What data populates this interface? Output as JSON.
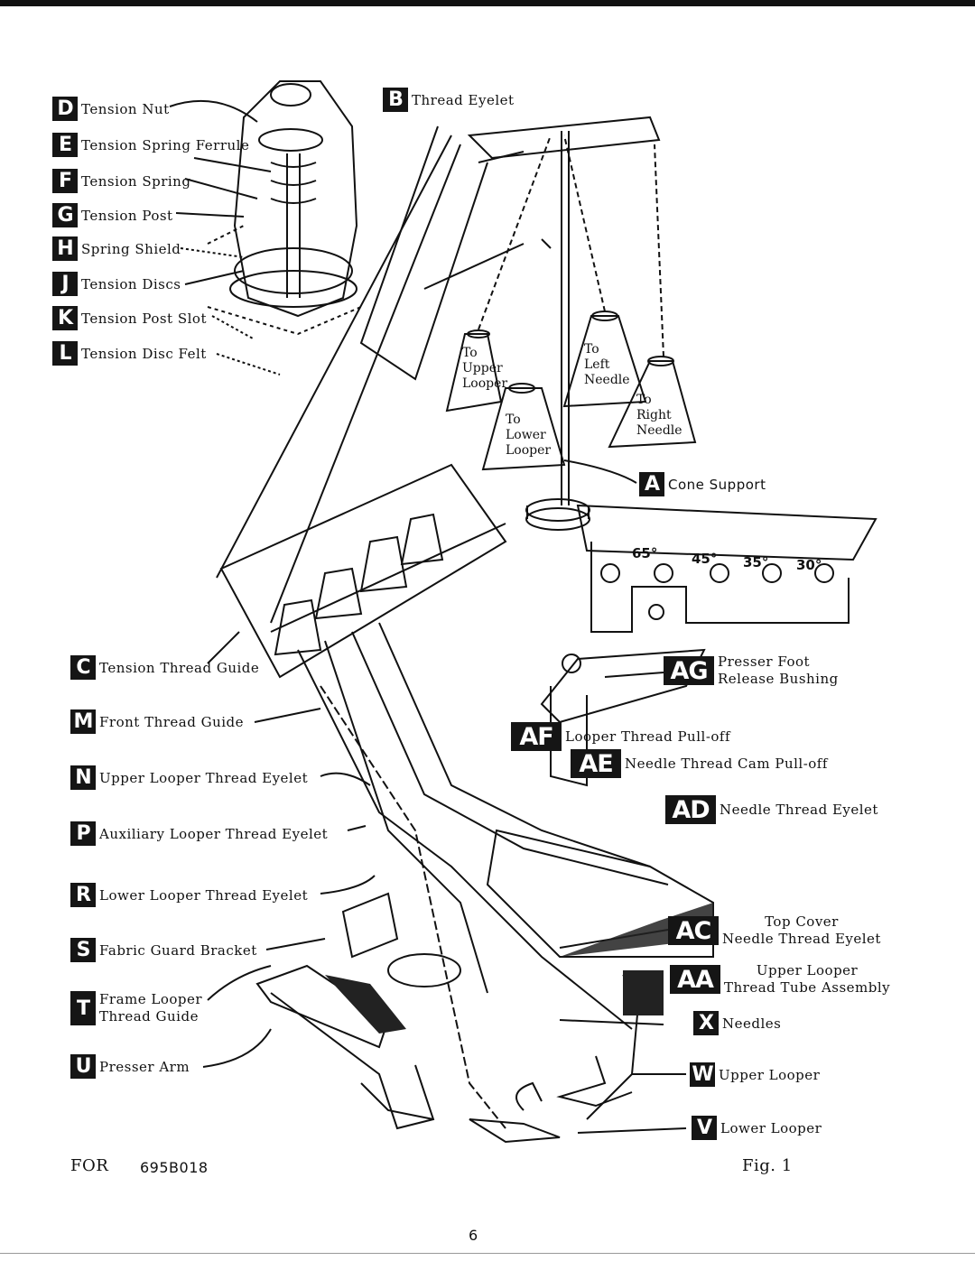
{
  "labels_left": [
    {
      "letter": "D",
      "text": "Tension Nut"
    },
    {
      "letter": "E",
      "text": "Tension Spring Ferrule"
    },
    {
      "letter": "F",
      "text": "Tension Spring"
    },
    {
      "letter": "G",
      "text": "Tension Post"
    },
    {
      "letter": "H",
      "text": "Spring Shield"
    },
    {
      "letter": "J",
      "text": "Tension Discs"
    },
    {
      "letter": "K",
      "text": "Tension Post Slot"
    },
    {
      "letter": "L",
      "text": "Tension Disc Felt"
    },
    {
      "letter": "C",
      "text": "Tension Thread Guide"
    },
    {
      "letter": "M",
      "text": "Front Thread Guide"
    },
    {
      "letter": "N",
      "text": "Upper Looper Thread Eyelet"
    },
    {
      "letter": "P",
      "text": "Auxiliary Looper Thread Eyelet"
    },
    {
      "letter": "R",
      "text": "Lower Looper Thread Eyelet"
    },
    {
      "letter": "S",
      "text": "Fabric Guard Bracket"
    },
    {
      "letter": "T",
      "text": "Frame Looper\nThread Guide"
    },
    {
      "letter": "U",
      "text": "Presser Arm"
    }
  ],
  "labels_right": [
    {
      "letter": "B",
      "text": "Thread Eyelet"
    },
    {
      "letter": "A",
      "text": "Cone Support"
    },
    {
      "letter": "AG",
      "text": "Presser Foot\nRelease Bushing"
    },
    {
      "letter": "AF",
      "text": "Looper Thread Pull-off"
    },
    {
      "letter": "AE",
      "text": "Needle Thread Cam Pull-off"
    },
    {
      "letter": "AD",
      "text": "Needle Thread Eyelet"
    },
    {
      "letter": "AC",
      "text": "Top Cover\nNeedle Thread Eyelet"
    },
    {
      "letter": "AA",
      "text": "Upper Looper\nThread Tube Assembly"
    },
    {
      "letter": "X",
      "text": "Needles"
    },
    {
      "letter": "W",
      "text": "Upper Looper"
    },
    {
      "letter": "V",
      "text": "Lower Looper"
    }
  ],
  "cones": [
    {
      "text": "To\nUpper\nLooper"
    },
    {
      "text": "To\nLower\nLooper"
    },
    {
      "text": "To\nLeft\nNeedle"
    },
    {
      "text": "To\nRight\nNeedle"
    }
  ],
  "angles": [
    "65°",
    "45°",
    "35°",
    "30°"
  ],
  "footer": {
    "for_label": "FOR",
    "model": "695B018",
    "fig": "Fig. 1",
    "page_number": "6"
  }
}
